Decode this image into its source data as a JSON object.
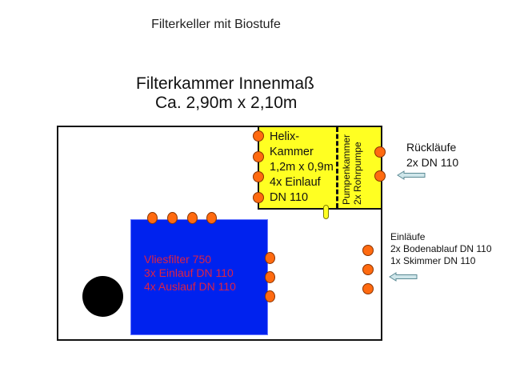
{
  "title": "Filterkeller mit Biostufe",
  "heading": {
    "line1": "Filterkammer Innenmaß",
    "line2": "Ca. 2,90m x 2,10m"
  },
  "helix_chamber": {
    "lines": [
      "Helix-",
      "Kammer",
      "1,2m x 0,9m",
      "4x Einlauf",
      "DN 110"
    ]
  },
  "pump_chamber": {
    "lines": [
      "Pumpenkammer",
      "2x Rohrpumpe"
    ]
  },
  "fleece_filter": {
    "lines": [
      "Vliesfilter 750",
      "3x Einlauf DN 110",
      "4x Auslauf DN 110"
    ]
  },
  "returns": {
    "lines": [
      "Rückläufe",
      "2x DN 110"
    ]
  },
  "inlets": {
    "lines": [
      "Einläufe",
      "2x Bodenablauf DN 110",
      "1x Skimmer DN 110"
    ]
  },
  "colors": {
    "helix_fill": "#ffff22",
    "filter_fill": "#0022ee",
    "filter_text": "#dd2244",
    "pipe_port": "#ff6a10",
    "arrow_fill": "#cfe6ea"
  }
}
